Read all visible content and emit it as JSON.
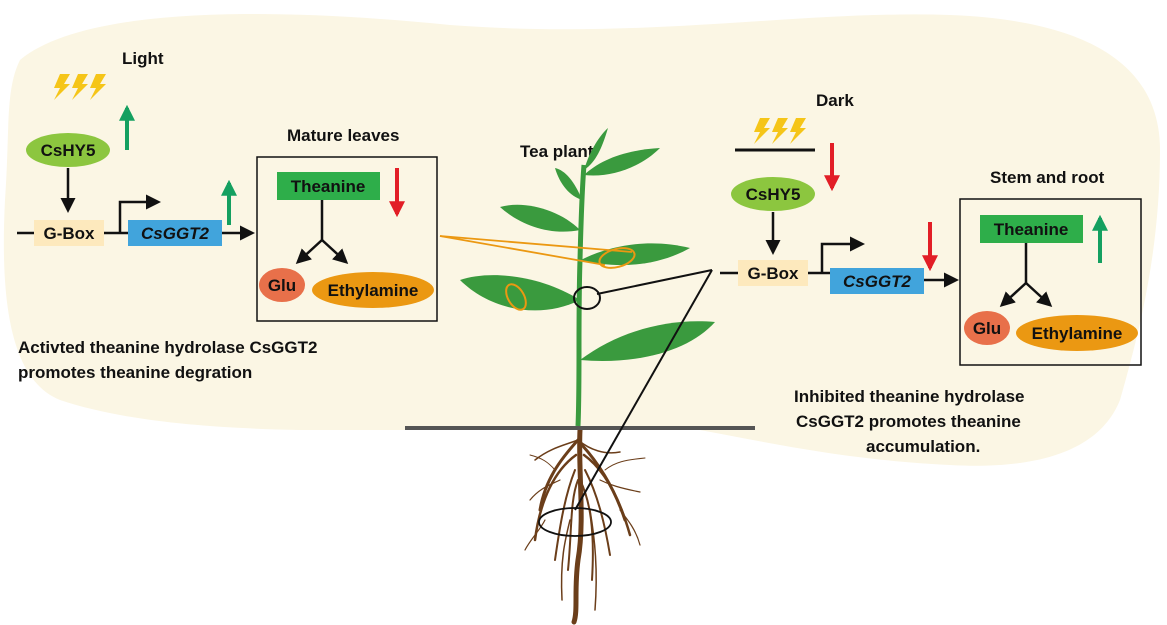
{
  "left_panel": {
    "light_label": "Light",
    "cshy5_label": "CsHY5",
    "gbox_label": "G-Box",
    "csggt2_label": "CsGGT2",
    "caption_line1": "Activted theanine hydrolase CsGGT2",
    "caption_line2": "promotes theanine degration"
  },
  "mature_leaves": {
    "title": "Mature leaves",
    "theanine_label": "Theanine",
    "glu_label": "Glu",
    "ethylamine_label": "Ethylamine"
  },
  "center": {
    "title": "Tea plant"
  },
  "right_panel": {
    "dark_label": "Dark",
    "cshy5_label": "CsHY5",
    "gbox_label": "G-Box",
    "csggt2_label": "CsGGT2",
    "caption_line1": "Inhibited theanine hydrolase",
    "caption_line2": "CsGGT2 promotes theanine",
    "caption_line3": "accumulation."
  },
  "stem_root": {
    "title": "Stem and root",
    "theanine_label": "Theanine",
    "glu_label": "Glu",
    "ethylamine_label": "Ethylamine"
  },
  "colors": {
    "background_blob": "#fbf6e4",
    "cshy5_fill": "#8cc63f",
    "gbox_fill": "#fde9bd",
    "csggt2_fill": "#41a4dc",
    "theanine_fill": "#2eae4a",
    "glu_fill": "#e8704a",
    "ethylamine_fill": "#eb9812",
    "up_arrow": "#14a060",
    "down_arrow": "#e21e26",
    "lightning": "#f5c518",
    "leaf": "#3a9a3e",
    "root": "#6b3e1a"
  }
}
